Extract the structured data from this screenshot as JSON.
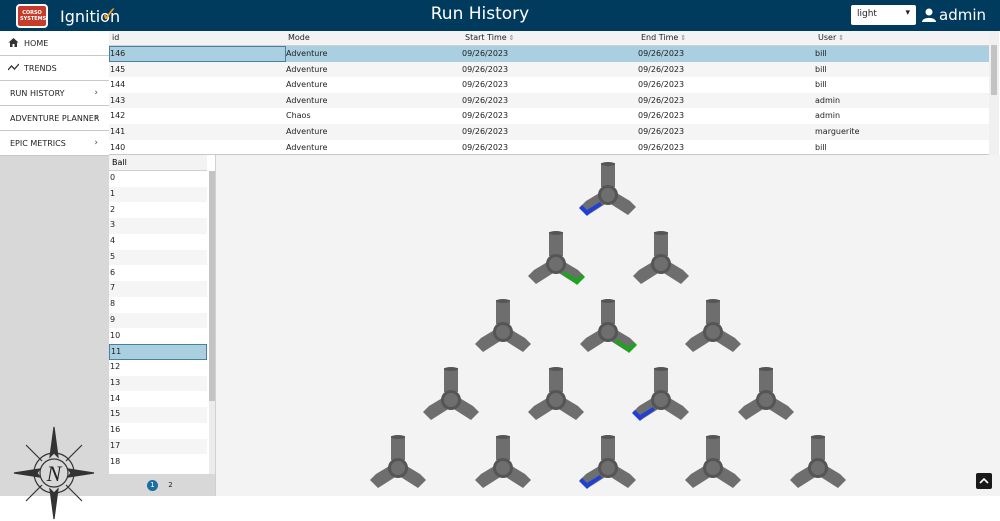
{
  "app": {
    "logo_badge": "CORSO SYSTEMS",
    "logo_name": "Ignition",
    "logo_mark": "✓",
    "title": "Run History",
    "theme": "light",
    "user": "admin"
  },
  "sidebar": {
    "items": [
      {
        "label": "HOME",
        "icon": "home-icon"
      },
      {
        "label": "TRENDS",
        "icon": "trend-icon"
      },
      {
        "label": "RUN HISTORY",
        "icon": "chevron-right-icon"
      },
      {
        "label": "ADVENTURE PLANNER",
        "icon": "chevron-right-icon"
      },
      {
        "label": "EPIC METRICS",
        "icon": "chevron-right-icon"
      }
    ],
    "compass_letter": "N"
  },
  "runs_table": {
    "columns": [
      "id",
      "Mode",
      "Start Time",
      "End Time",
      "User"
    ],
    "sortable": [
      false,
      false,
      true,
      true,
      true
    ],
    "rows": [
      [
        "146",
        "Adventure",
        "09/26/2023",
        "09/26/2023",
        "bill"
      ],
      [
        "145",
        "Adventure",
        "09/26/2023",
        "09/26/2023",
        "bill"
      ],
      [
        "144",
        "Adventure",
        "09/26/2023",
        "09/26/2023",
        "bill"
      ],
      [
        "143",
        "Adventure",
        "09/26/2023",
        "09/26/2023",
        "admin"
      ],
      [
        "142",
        "Chaos",
        "09/26/2023",
        "09/26/2023",
        "admin"
      ],
      [
        "141",
        "Adventure",
        "09/26/2023",
        "09/26/2023",
        "marguerite"
      ],
      [
        "140",
        "Adventure",
        "09/26/2023",
        "09/26/2023",
        "bill"
      ]
    ],
    "selected_row": 0
  },
  "ball_table": {
    "header": "Ball",
    "rows": [
      "0",
      "1",
      "2",
      "3",
      "4",
      "5",
      "6",
      "7",
      "8",
      "9",
      "10",
      "11",
      "12",
      "13",
      "14",
      "15",
      "16",
      "17",
      "18"
    ],
    "selected_row": 11,
    "pages": [
      "1",
      "2"
    ],
    "active_page": "1"
  },
  "board": {
    "colors": {
      "peg": "#6e6e6e",
      "peg_dark": "#555555",
      "blue": "#1f3fd6",
      "green": "#1aa51a"
    },
    "rows": [
      [
        {
          "highlight": "blue",
          "arm": "left"
        }
      ],
      [
        {
          "highlight": "green",
          "arm": "right"
        },
        {
          "highlight": "none",
          "arm": "none"
        }
      ],
      [
        {
          "highlight": "none",
          "arm": "none"
        },
        {
          "highlight": "green",
          "arm": "right"
        },
        {
          "highlight": "none",
          "arm": "none"
        }
      ],
      [
        {
          "highlight": "none",
          "arm": "none"
        },
        {
          "highlight": "none",
          "arm": "none"
        },
        {
          "highlight": "blue",
          "arm": "left"
        },
        {
          "highlight": "none",
          "arm": "none"
        }
      ],
      [
        {
          "highlight": "none",
          "arm": "none"
        },
        {
          "highlight": "none",
          "arm": "none"
        },
        {
          "highlight": "blue",
          "arm": "left"
        },
        {
          "highlight": "none",
          "arm": "none"
        },
        {
          "highlight": "none",
          "arm": "none"
        }
      ]
    ]
  }
}
